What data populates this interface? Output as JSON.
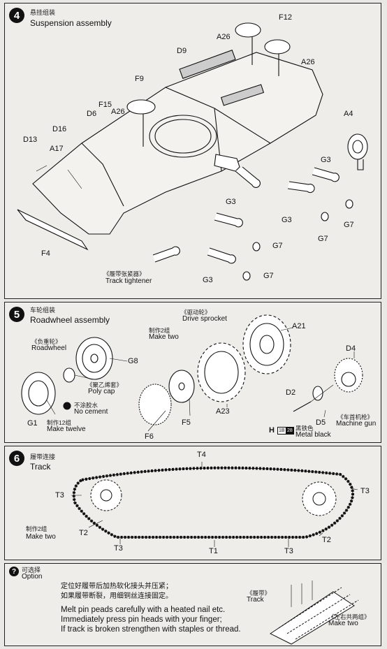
{
  "step4": {
    "number": "4",
    "title_cn": "悬挂组装",
    "title_en": "Suspension assembly",
    "labels": [
      "F12",
      "A26",
      "D9",
      "A26",
      "F9",
      "F15",
      "A26",
      "D6",
      "D16",
      "D13",
      "A17",
      "A4",
      "G3",
      "G3",
      "G3",
      "G7",
      "G7",
      "F4",
      "G7",
      "G3",
      "G7"
    ],
    "track_tightener_cn": "《履带张紧器》",
    "track_tightener_en": "Track tightener"
  },
  "step5": {
    "number": "5",
    "title_cn": "车轮组装",
    "title_en": "Roadwheel assembly",
    "roadwheel_cn": "《负重轮》",
    "roadwheel_en": "Roadwheel",
    "drive_sprocket_cn": "《驱动轮》",
    "drive_sprocket_en": "Drive sprocket",
    "make_two_cn": "制作2组",
    "make_two_en": "Make two",
    "poly_cap_cn": "《聚乙烯套》",
    "poly_cap_en": "Poly cap",
    "no_cement_cn": "不涂胶水",
    "no_cement_en": "No cement",
    "make_twelve_cn": "制作12组",
    "make_twelve_en": "Make twelve",
    "machine_gun_cn": "《车首机枪》",
    "machine_gun_en": "Machine gun",
    "metal_black_cn": "黑铁色",
    "metal_black_en": "Metal black",
    "paint_code_letter": "H",
    "paint_code_a": "1B",
    "paint_code_b": "28",
    "labels": {
      "g8": "G8",
      "g1": "G1",
      "f6": "F6",
      "f5": "F5",
      "a23": "A23",
      "a21": "A21",
      "d2": "D2",
      "d5": "D5",
      "d4": "D4"
    }
  },
  "step6": {
    "number": "6",
    "title_cn": "履带连接",
    "title_en": "Track",
    "make_two_cn": "制作2组",
    "make_two_en": "Make two",
    "labels": {
      "t4": "T4",
      "t3a": "T3",
      "t3b": "T3",
      "t3c": "T3",
      "t3d": "T3",
      "t2a": "T2",
      "t2b": "T2",
      "t1": "T1"
    }
  },
  "option": {
    "number": "?",
    "title_cn": "可选择",
    "title_en": "Option",
    "instr_cn_1": "定位好履带后加热软化接头并压紧；",
    "instr_cn_2": "如果履带断裂，用细铜丝连接固定。",
    "instr_en_1": "Melt pin peads carefully with a heated nail etc.",
    "instr_en_2": "Immediately press pin heads with your finger;",
    "instr_en_3": "If track is broken strengthen with staples or thread.",
    "track_cn": "《履带》",
    "track_en": "Track",
    "left_right_cn": "《左右共两组》",
    "make_two_en": "Make two"
  },
  "colors": {
    "ink": "#111111",
    "paper": "#eeede9",
    "border": "#222222"
  }
}
